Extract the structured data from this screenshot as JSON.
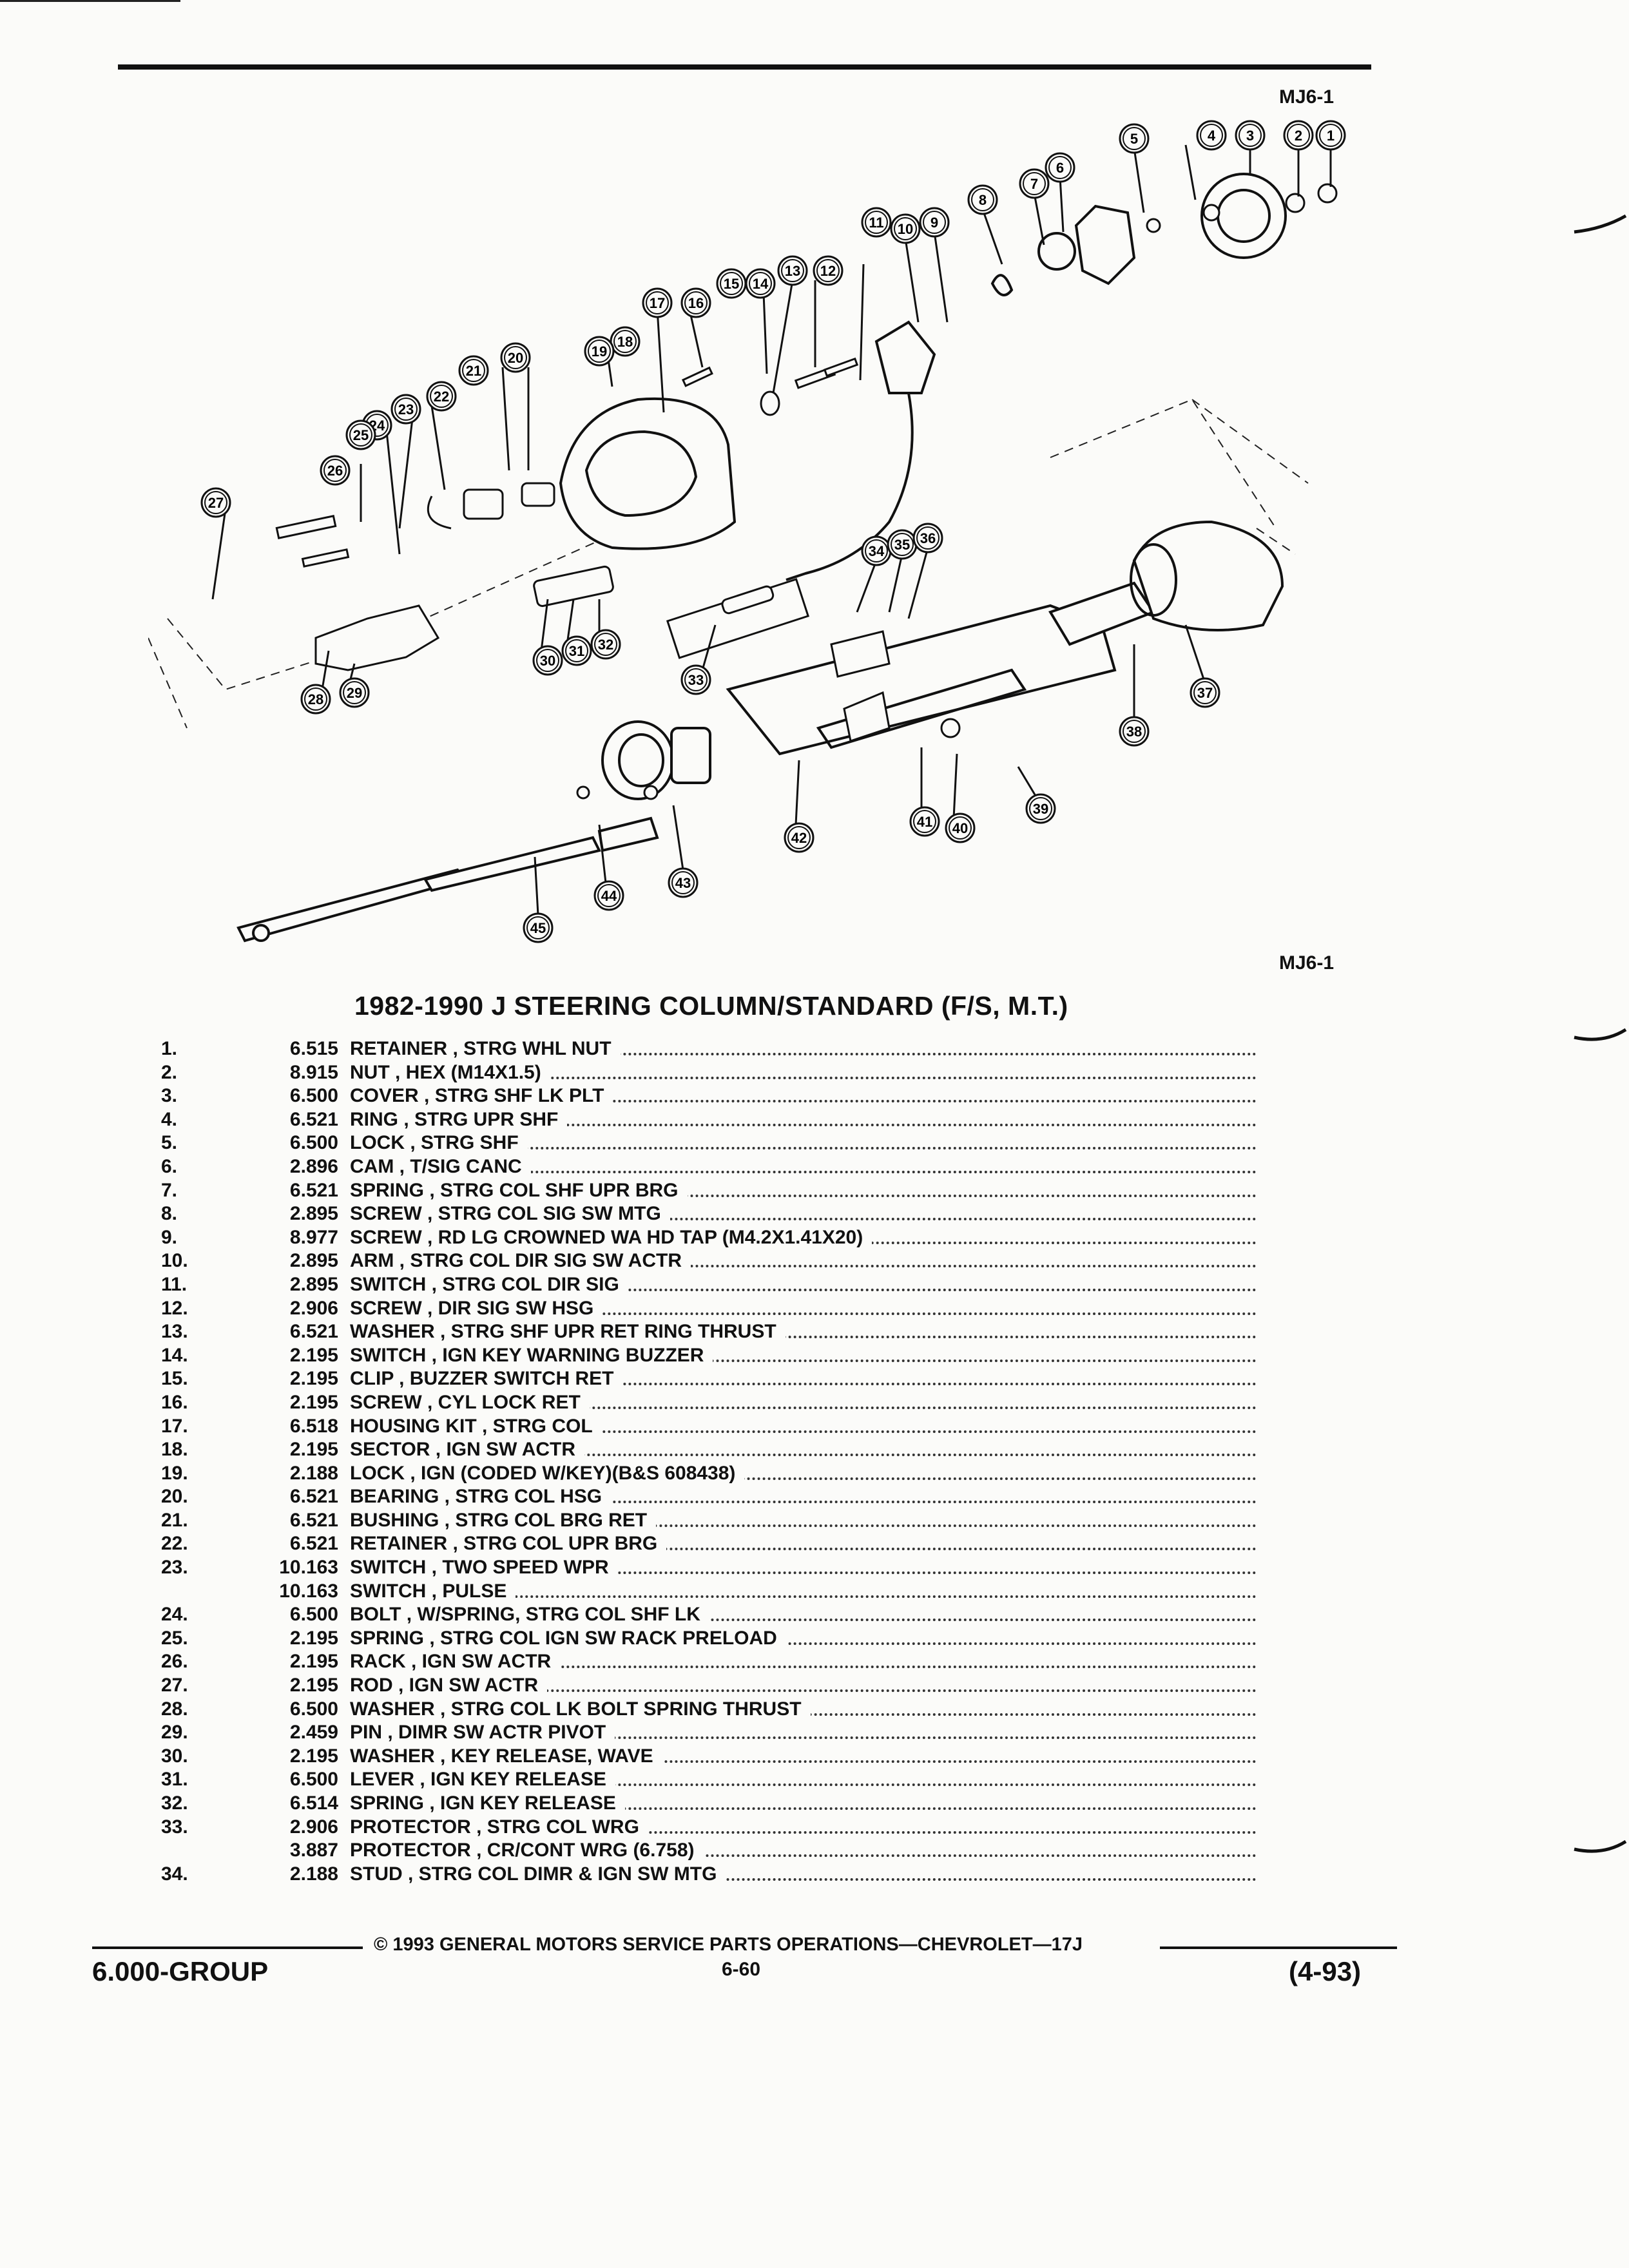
{
  "header": {
    "code_top": "MJ6-1",
    "code_bottom": "MJ6-1"
  },
  "diagram": {
    "callouts": [
      "1",
      "2",
      "3",
      "4",
      "5",
      "6",
      "7",
      "8",
      "9",
      "10",
      "11",
      "12",
      "13",
      "14",
      "15",
      "16",
      "17",
      "18",
      "19",
      "20",
      "21",
      "22",
      "23",
      "24",
      "25",
      "26",
      "27",
      "28",
      "29",
      "30",
      "31",
      "32",
      "33",
      "34",
      "35",
      "36",
      "37",
      "38",
      "39",
      "40",
      "41",
      "42",
      "43",
      "44",
      "45"
    ]
  },
  "title": "1982-1990 J STEERING COLUMN/STANDARD (F/S, M.T.)",
  "parts": [
    {
      "num": "1.",
      "group": "6.515",
      "desc": "RETAINER , STRG WHL NUT"
    },
    {
      "num": "2.",
      "group": "8.915",
      "desc": "NUT , HEX (M14X1.5)"
    },
    {
      "num": "3.",
      "group": "6.500",
      "desc": "COVER , STRG SHF LK PLT"
    },
    {
      "num": "4.",
      "group": "6.521",
      "desc": "RING , STRG UPR SHF"
    },
    {
      "num": "5.",
      "group": "6.500",
      "desc": "LOCK , STRG SHF"
    },
    {
      "num": "6.",
      "group": "2.896",
      "desc": "CAM , T/SIG CANC"
    },
    {
      "num": "7.",
      "group": "6.521",
      "desc": "SPRING , STRG COL SHF UPR BRG"
    },
    {
      "num": "8.",
      "group": "2.895",
      "desc": "SCREW , STRG COL SIG SW MTG"
    },
    {
      "num": "9.",
      "group": "8.977",
      "desc": "SCREW , RD LG CROWNED WA HD TAP (M4.2X1.41X20)"
    },
    {
      "num": "10.",
      "group": "2.895",
      "desc": "ARM , STRG COL DIR SIG SW ACTR"
    },
    {
      "num": "11.",
      "group": "2.895",
      "desc": "SWITCH , STRG COL DIR SIG"
    },
    {
      "num": "12.",
      "group": "2.906",
      "desc": "SCREW , DIR SIG SW HSG"
    },
    {
      "num": "13.",
      "group": "6.521",
      "desc": "WASHER , STRG SHF UPR RET RING THRUST"
    },
    {
      "num": "14.",
      "group": "2.195",
      "desc": "SWITCH , IGN KEY WARNING BUZZER"
    },
    {
      "num": "15.",
      "group": "2.195",
      "desc": "CLIP , BUZZER SWITCH RET"
    },
    {
      "num": "16.",
      "group": "2.195",
      "desc": "SCREW , CYL LOCK RET"
    },
    {
      "num": "17.",
      "group": "6.518",
      "desc": "HOUSING KIT , STRG COL"
    },
    {
      "num": "18.",
      "group": "2.195",
      "desc": "SECTOR , IGN SW ACTR"
    },
    {
      "num": "19.",
      "group": "2.188",
      "desc": "LOCK , IGN (CODED W/KEY)(B&S 608438)"
    },
    {
      "num": "20.",
      "group": "6.521",
      "desc": "BEARING , STRG COL HSG"
    },
    {
      "num": "21.",
      "group": "6.521",
      "desc": "BUSHING , STRG COL BRG RET"
    },
    {
      "num": "22.",
      "group": "6.521",
      "desc": "RETAINER , STRG COL UPR BRG"
    },
    {
      "num": "23.",
      "group": "10.163",
      "desc": "SWITCH , TWO SPEED WPR"
    },
    {
      "num": "",
      "group": "10.163",
      "desc": "SWITCH , PULSE"
    },
    {
      "num": "24.",
      "group": "6.500",
      "desc": "BOLT , W/SPRING, STRG COL SHF LK"
    },
    {
      "num": "25.",
      "group": "2.195",
      "desc": "SPRING , STRG COL IGN SW RACK PRELOAD"
    },
    {
      "num": "26.",
      "group": "2.195",
      "desc": "RACK , IGN SW ACTR"
    },
    {
      "num": "27.",
      "group": "2.195",
      "desc": "ROD , IGN SW ACTR"
    },
    {
      "num": "28.",
      "group": "6.500",
      "desc": "WASHER , STRG COL LK BOLT SPRING THRUST"
    },
    {
      "num": "29.",
      "group": "2.459",
      "desc": "PIN , DIMR SW ACTR PIVOT"
    },
    {
      "num": "30.",
      "group": "2.195",
      "desc": "WASHER , KEY RELEASE, WAVE"
    },
    {
      "num": "31.",
      "group": "6.500",
      "desc": "LEVER , IGN KEY RELEASE"
    },
    {
      "num": "32.",
      "group": "6.514",
      "desc": "SPRING , IGN KEY RELEASE"
    },
    {
      "num": "33.",
      "group": "2.906",
      "desc": "PROTECTOR , STRG COL WRG"
    },
    {
      "num": "",
      "group": "3.887",
      "desc": "PROTECTOR , CR/CONT WRG (6.758)"
    },
    {
      "num": "34.",
      "group": "2.188",
      "desc": "STUD , STRG COL DIMR & IGN SW MTG"
    }
  ],
  "footer": {
    "copyright": "© 1993 GENERAL MOTORS SERVICE PARTS OPERATIONS—CHEVROLET—17J",
    "group_label": "6.000-GROUP",
    "page": "6-60",
    "date_code": "(4-93)"
  }
}
